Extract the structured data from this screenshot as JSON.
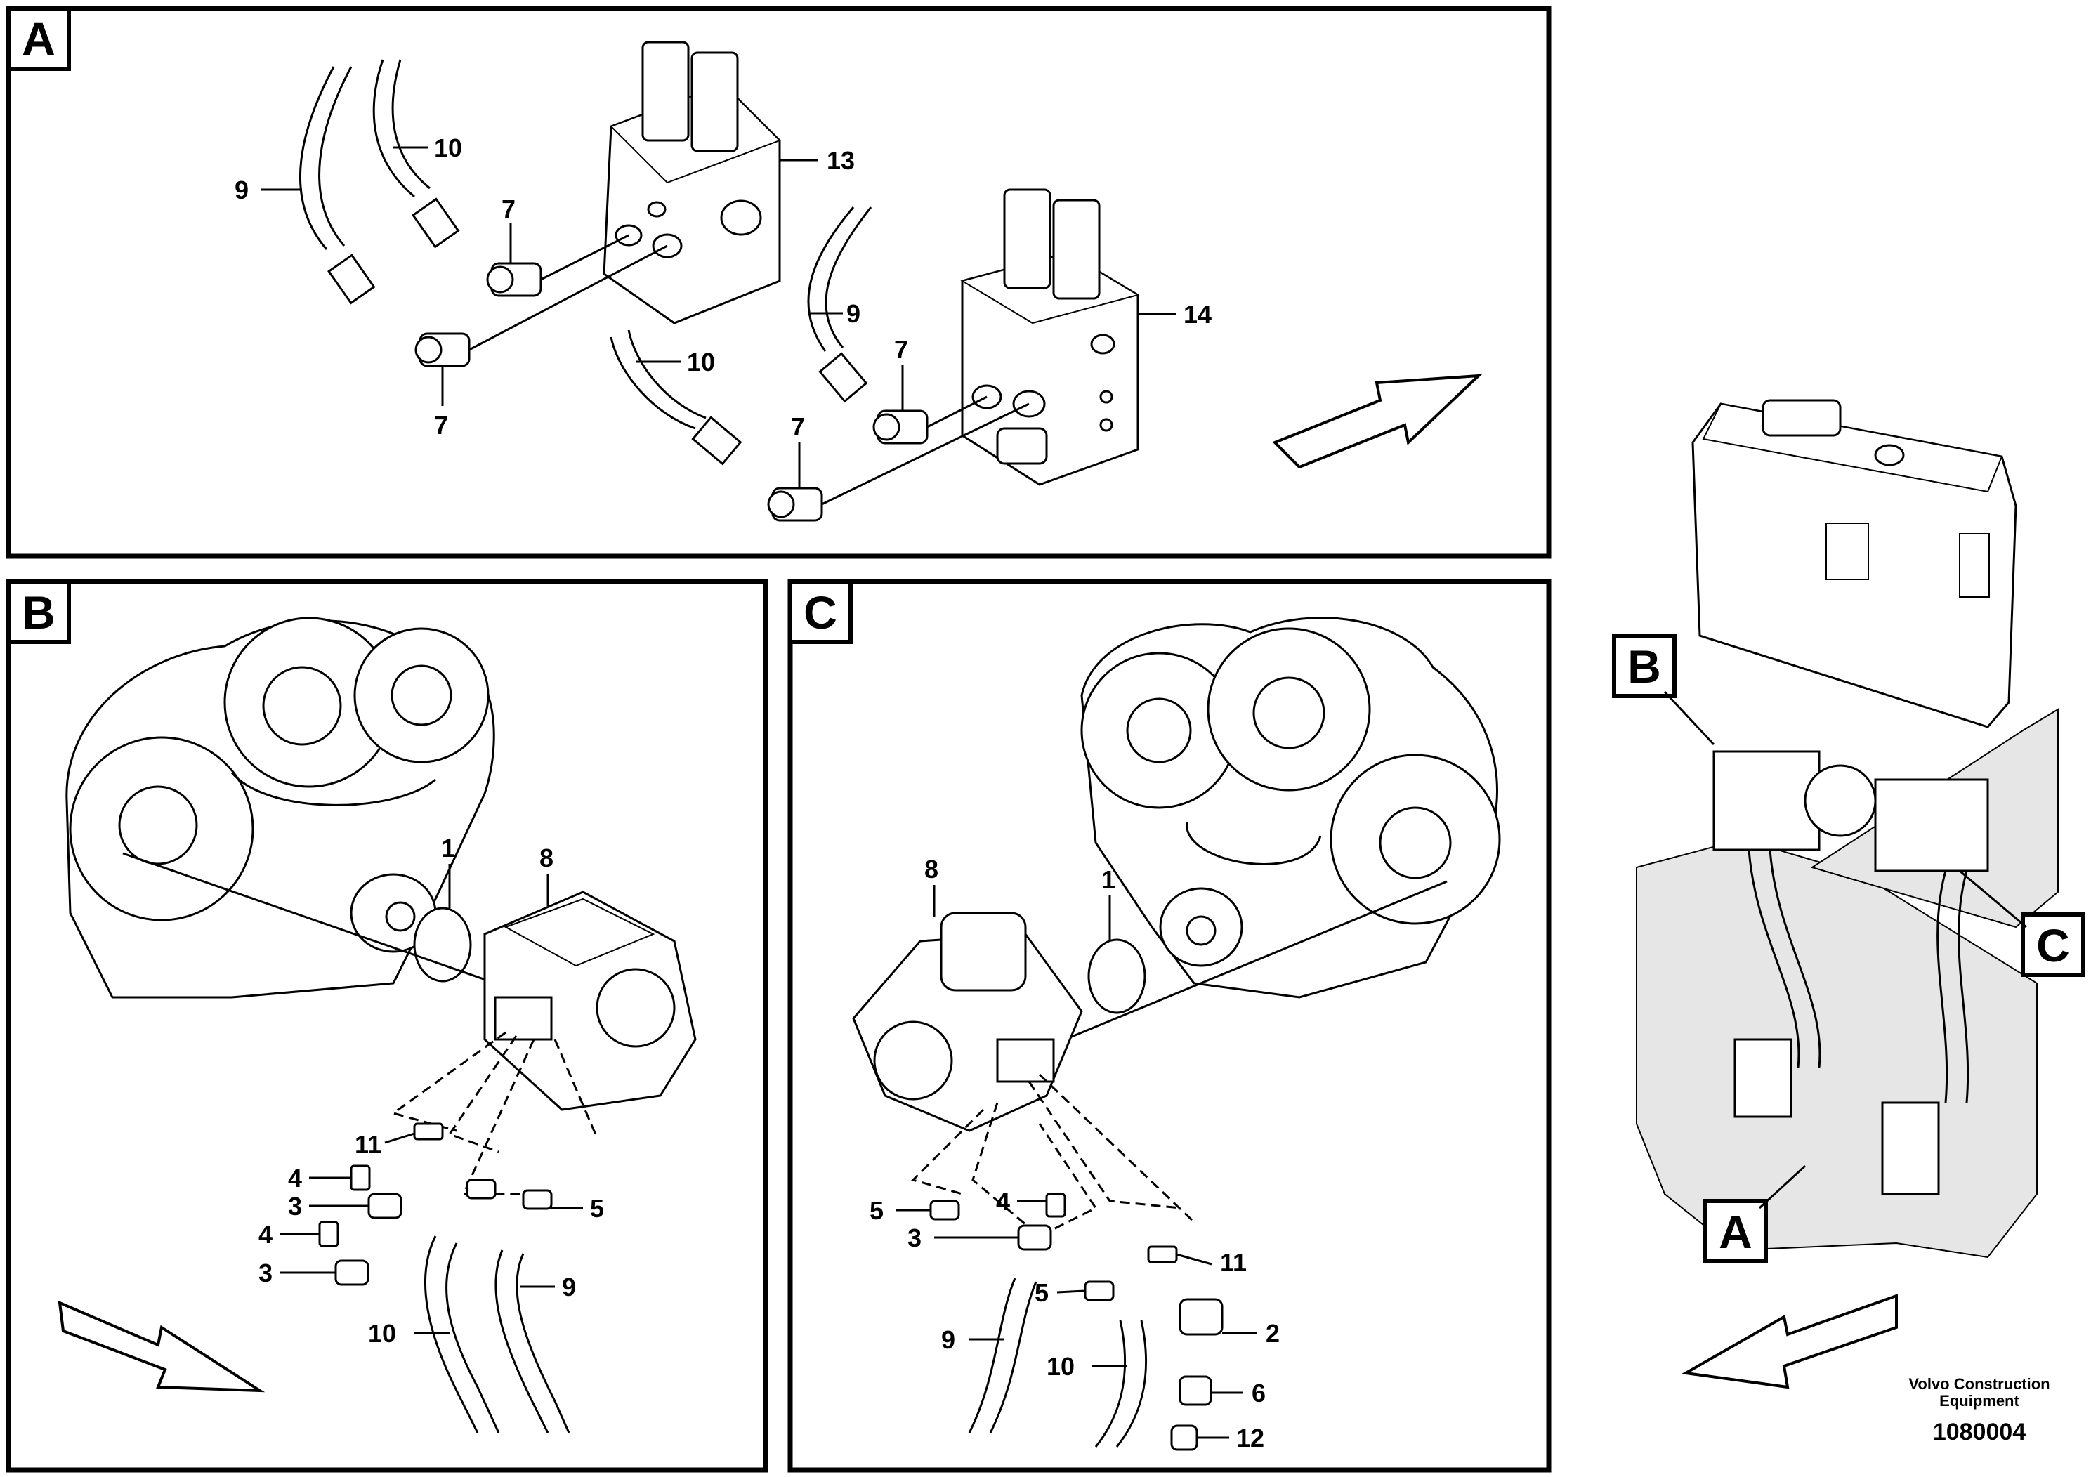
{
  "panels": {
    "a": {
      "tag": "A",
      "callouts": {
        "c9a": "9",
        "c10a": "10",
        "c7a": "7",
        "c7b": "7",
        "c13": "13",
        "c9b": "9",
        "c10b": "10",
        "c7c": "7",
        "c7d": "7",
        "c14": "14"
      }
    },
    "b": {
      "tag": "B",
      "callouts": {
        "c1": "1",
        "c8": "8",
        "c11": "11",
        "c4a": "4",
        "c3a": "3",
        "c4b": "4",
        "c3b": "3",
        "c5": "5",
        "c9": "9",
        "c10": "10"
      }
    },
    "c": {
      "tag": "C",
      "callouts": {
        "c8": "8",
        "c1": "1",
        "c5a": "5",
        "c4": "4",
        "c3": "3",
        "c11": "11",
        "c5b": "5",
        "c2": "2",
        "c9": "9",
        "c10": "10",
        "c6": "6",
        "c12": "12"
      }
    },
    "overview": {
      "tag_b": "B",
      "tag_c": "C",
      "tag_a": "A"
    }
  },
  "footer": {
    "publisher_line1": "Volvo Construction",
    "publisher_line2": "Equipment",
    "drawing_number": "1080004"
  },
  "icons": [
    "direction-arrow-icon"
  ]
}
